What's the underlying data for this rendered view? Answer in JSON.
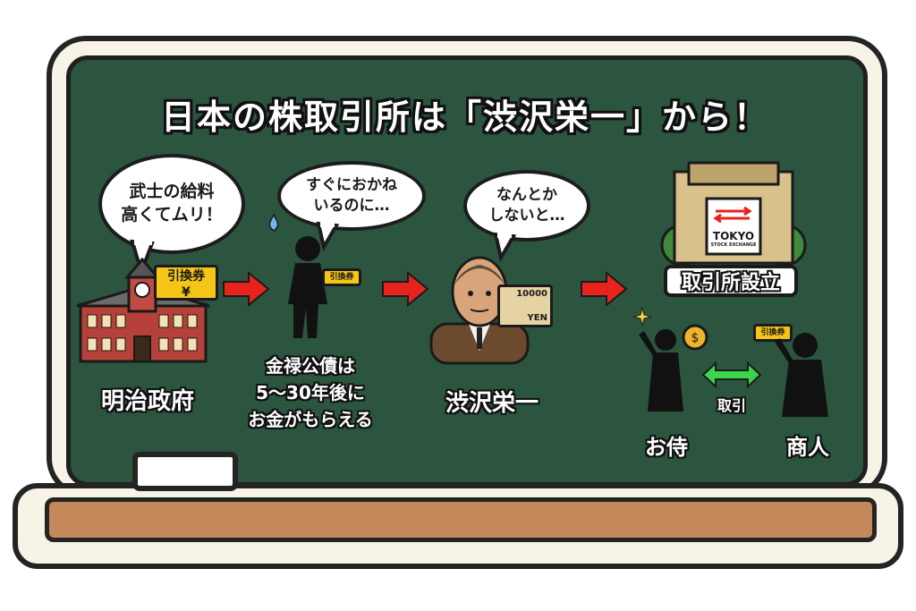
{
  "title": "日本の株取引所は「渋沢栄一」から！",
  "bubbles": {
    "government": {
      "line1": "武士の給料",
      "line2": "高くてムリ！"
    },
    "samurai": {
      "line1": "すぐにおかね",
      "line2": "いるのに…"
    },
    "shibusawa": {
      "line1": "なんとか",
      "line2": "しないと…"
    }
  },
  "labels": {
    "government": "明治政府",
    "bond_line1": "金禄公債は",
    "bond_line2": "5〜30年後に",
    "bond_line3": "お金がもらえる",
    "shibusawa": "渋沢栄一",
    "exchange": "取引所設立",
    "samurai_trade": "お侍",
    "merchant": "商人",
    "trade": "取引"
  },
  "ticket": {
    "text": "引換券",
    "yen": "¥"
  },
  "exchange_sign": {
    "line1": "TOKYO",
    "line2": "STOCK EXCHANGE"
  },
  "banknote": {
    "value": "10000",
    "currency": "YEN"
  },
  "colors": {
    "board": "#2c5540",
    "arrow": "#e8231e",
    "trade_arrow": "#3bd44a",
    "ticket": "#f5c518"
  }
}
